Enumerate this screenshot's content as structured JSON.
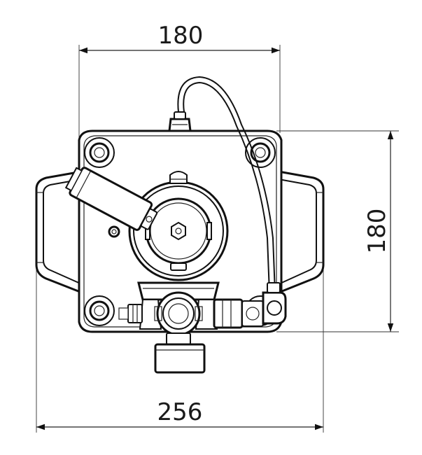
{
  "dimensions": {
    "top_width": "180",
    "side_height": "180",
    "bottom_width": "256"
  },
  "colors": {
    "line": "#111111",
    "background": "#ffffff"
  }
}
